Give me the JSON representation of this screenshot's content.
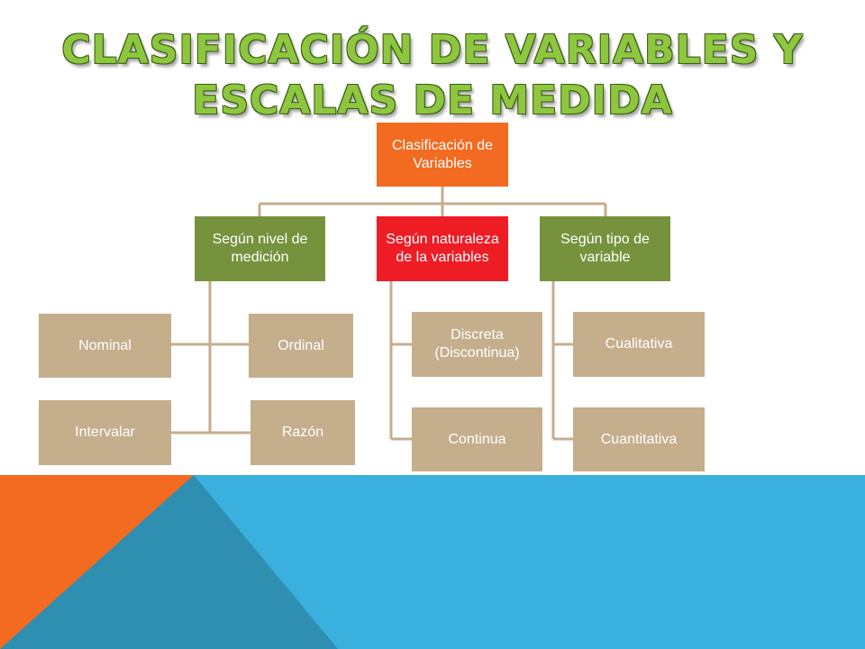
{
  "title": {
    "line1": "Clasificación de variables y",
    "line2": "escalas de medida"
  },
  "diagram": {
    "root": "Clasificación de Variables",
    "branches": [
      {
        "label": "Según nivel de medición",
        "color": "#76923c",
        "children": [
          "Nominal",
          "Ordinal",
          "Intervalar",
          "Razón"
        ]
      },
      {
        "label": "Según naturaleza de la variables",
        "color": "#ee1c25",
        "children": [
          "Discreta (Discontinua)",
          "Continua"
        ]
      },
      {
        "label": "Según tipo de variable",
        "color": "#76923c",
        "children": [
          "Cualitativa",
          "Cuantitativa"
        ]
      }
    ]
  },
  "colors": {
    "root": "#f26b21",
    "leaf": "#c4ae8c",
    "connector": "#c4ae8c",
    "title": "#8dc63f",
    "footer_blue": "#3ab0de",
    "footer_orange": "#f26b21",
    "footer_teal": "#2e8fb0"
  }
}
